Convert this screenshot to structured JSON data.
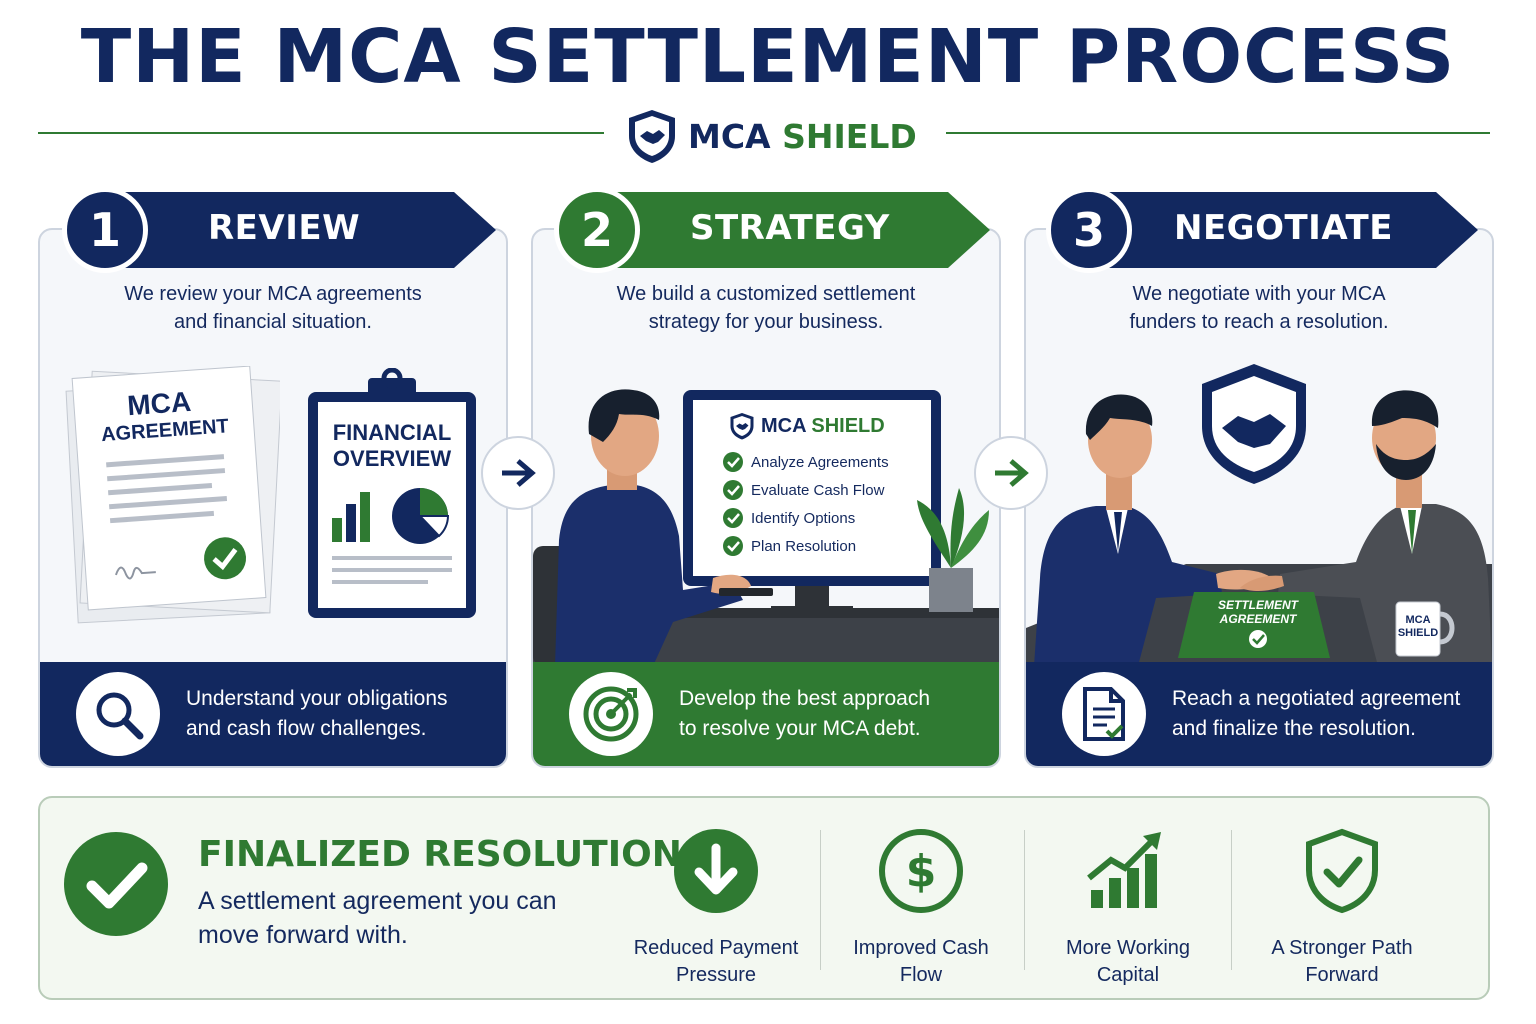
{
  "title": "THE MCA SETTLEMENT PROCESS",
  "brand": {
    "part1": "MCA",
    "part2": "SHIELD"
  },
  "colors": {
    "navy": "#12285f",
    "green": "#2f7a32"
  },
  "steps": [
    {
      "number": "1",
      "label": "REVIEW",
      "description_line1": "We review your MCA agreements",
      "description_line2": "and financial situation.",
      "doc_title1": "MCA",
      "doc_title2": "AGREEMENT",
      "clipboard_title1": "FINANCIAL",
      "clipboard_title2": "OVERVIEW",
      "bottom_line1": "Understand your obligations",
      "bottom_line2": "and cash flow challenges.",
      "icon": "magnifier-icon"
    },
    {
      "number": "2",
      "label": "STRATEGY",
      "description_line1": "We build a customized settlement",
      "description_line2": "strategy for your business.",
      "screen_brand1": "MCA",
      "screen_brand2": "SHIELD",
      "checklist": [
        "Analyze Agreements",
        "Evaluate Cash Flow",
        "Identify Options",
        "Plan Resolution"
      ],
      "bottom_line1": "Develop the best approach",
      "bottom_line2": "to resolve your MCA debt.",
      "icon": "target-icon"
    },
    {
      "number": "3",
      "label": "NEGOTIATE",
      "description_line1": "We negotiate with your MCA",
      "description_line2": "funders to reach a resolution.",
      "folder_line1": "SETTLEMENT",
      "folder_line2": "AGREEMENT",
      "mug_line1": "MCA",
      "mug_line2": "SHIELD",
      "bottom_line1": "Reach a negotiated agreement",
      "bottom_line2": "and finalize the resolution.",
      "icon": "document-check-icon"
    }
  ],
  "result": {
    "title": "FINALIZED RESOLUTION",
    "subtitle_line1": "A settlement agreement you can",
    "subtitle_line2": "move forward with.",
    "benefits": [
      {
        "line1": "Reduced Payment",
        "line2": "Pressure",
        "icon": "down-arrow-icon"
      },
      {
        "line1": "Improved Cash",
        "line2": "Flow",
        "icon": "dollar-icon"
      },
      {
        "line1": "More Working",
        "line2": "Capital",
        "icon": "growth-chart-icon"
      },
      {
        "line1": "A Stronger Path",
        "line2": "Forward",
        "icon": "shield-check-icon"
      }
    ]
  }
}
